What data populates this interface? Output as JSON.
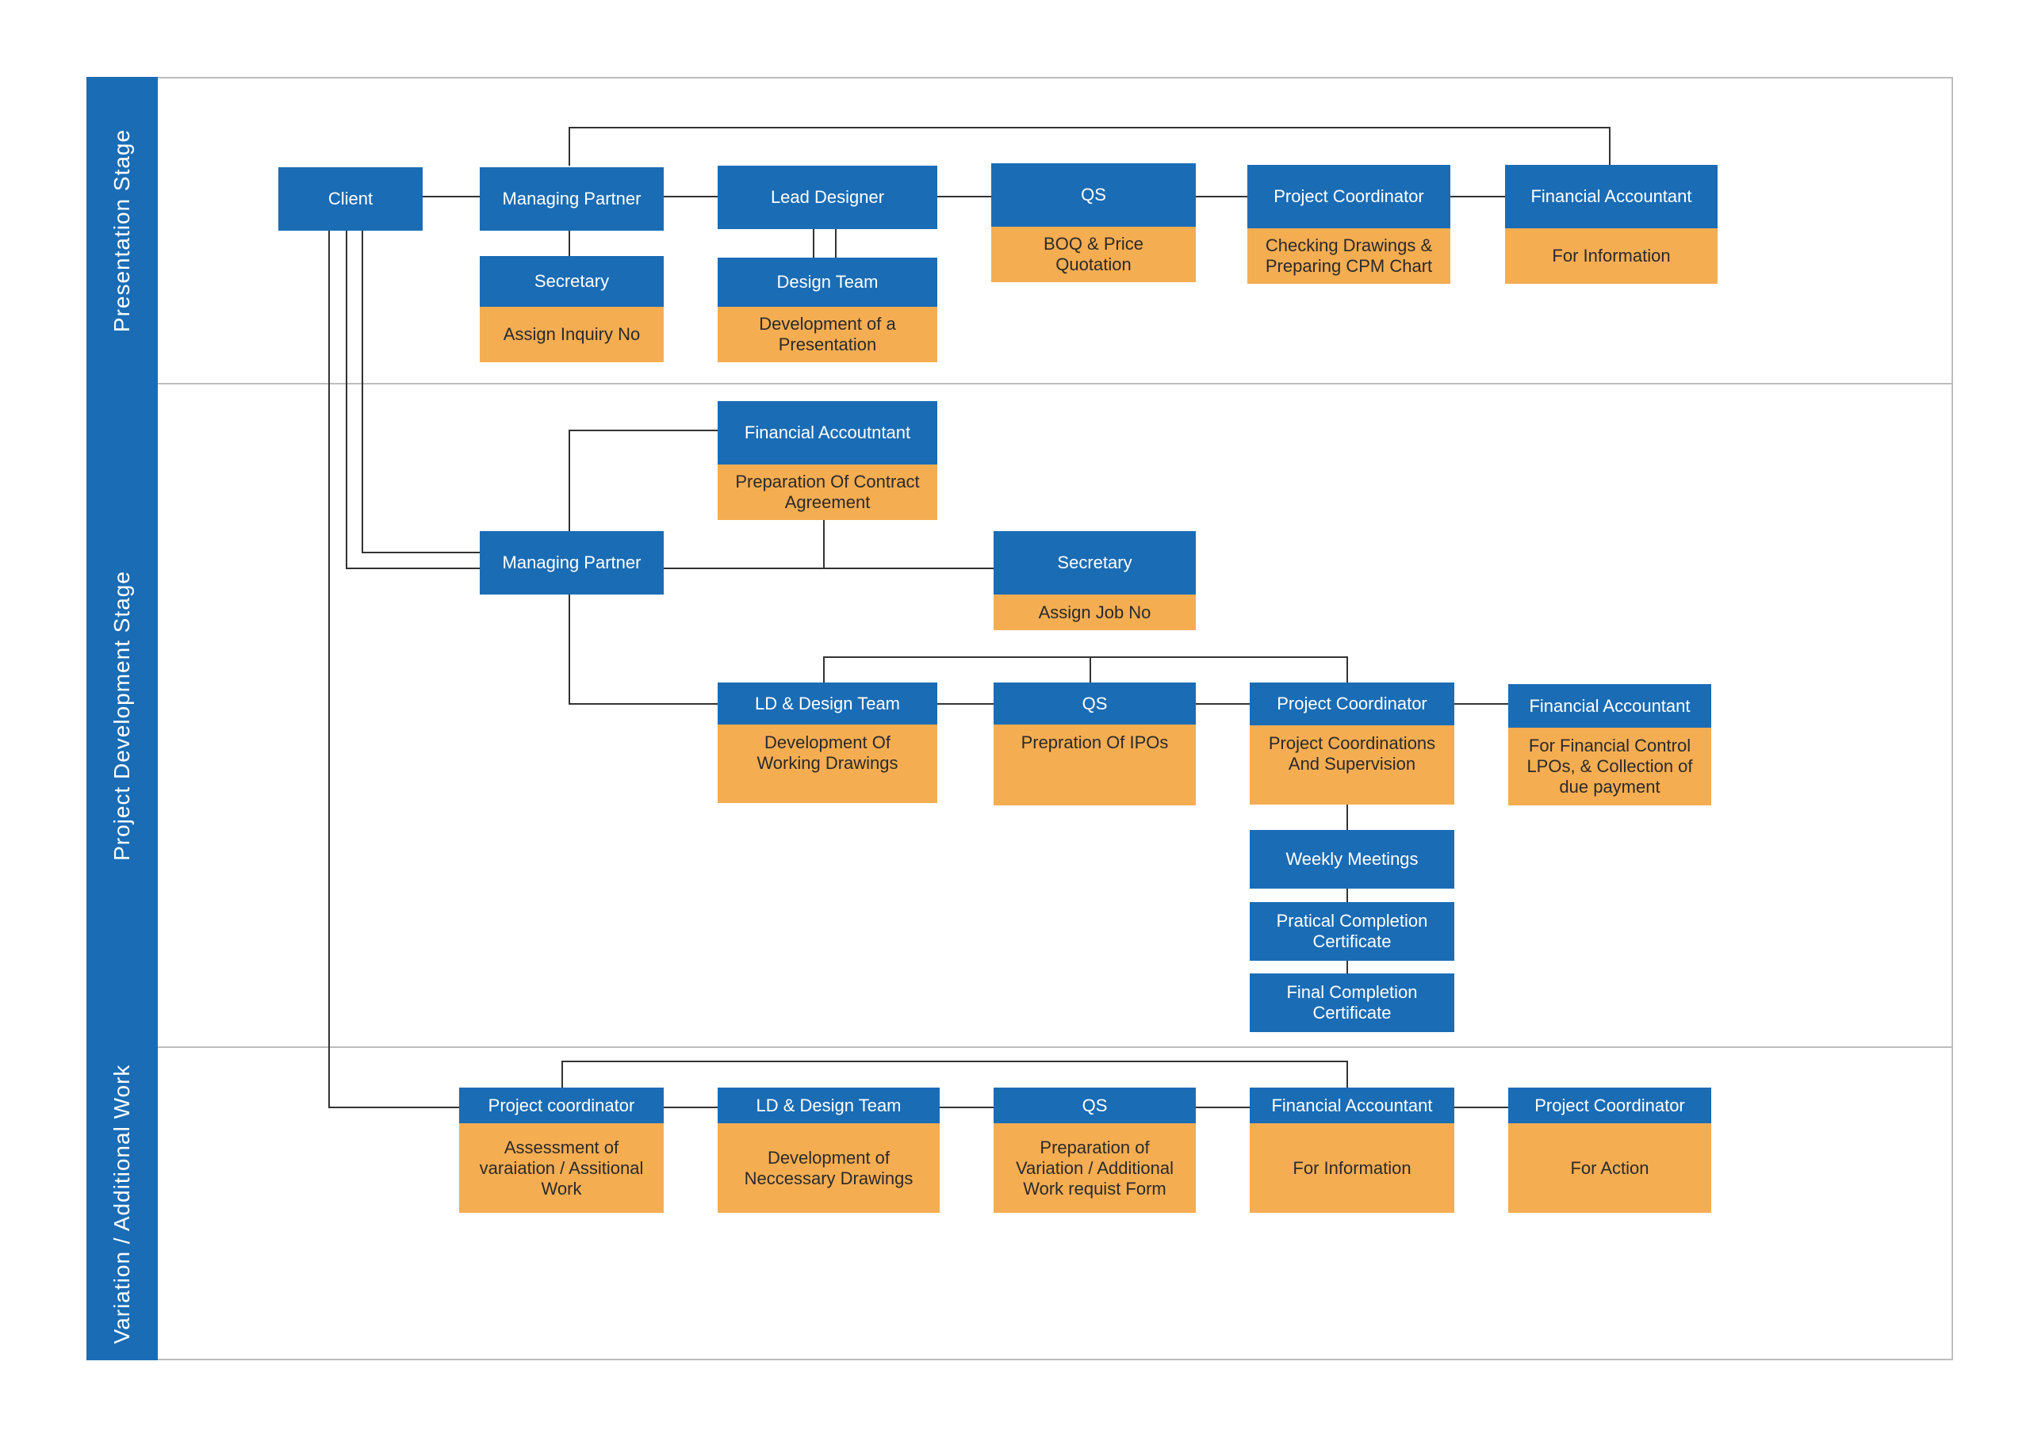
{
  "lanes": {
    "presentation": "Presentation Stage",
    "development": "Project Development Stage",
    "variation": "Variation / Additional Work"
  },
  "nodes": {
    "client": {
      "title": "Client"
    },
    "p_managing_partner": {
      "title": "Managing Partner"
    },
    "p_secretary": {
      "title": "Secretary",
      "task": "Assign Inquiry No"
    },
    "p_lead_designer": {
      "title": "Lead Designer"
    },
    "p_design_team": {
      "title": "Design Team",
      "task": "Development of a\nPresentation"
    },
    "p_qs": {
      "title": "QS",
      "task": "BOQ & Price\nQuotation"
    },
    "p_project_coordinator": {
      "title": "Project Coordinator",
      "task": "Checking Drawings &\nPreparing CPM Chart"
    },
    "p_financial_accountant": {
      "title": "Financial Accountant",
      "task": "For Information"
    },
    "d_financial_accountant": {
      "title": "Financial Accoutntant",
      "task": "Preparation Of Contract\nAgreement"
    },
    "d_managing_partner": {
      "title": "Managing Partner"
    },
    "d_secretary": {
      "title": "Secretary",
      "task": "Assign Job No"
    },
    "d_ld_design_team": {
      "title": "LD & Design Team",
      "task": "Development Of\nWorking Drawings"
    },
    "d_qs": {
      "title": "QS",
      "task": "Prepration Of IPOs"
    },
    "d_project_coordinator": {
      "title": "Project Coordinator",
      "task": "Project Coordinations\nAnd Supervision"
    },
    "d_financial_accountant_2": {
      "title": "Financial Accountant",
      "task": "For Financial Control\nLPOs, & Collection of\ndue payment"
    },
    "d_weekly_meetings": {
      "title": "Weekly Meetings"
    },
    "d_practical_completion": {
      "title": "Pratical Completion\nCertificate"
    },
    "d_final_completion": {
      "title": "Final Completion\nCertificate"
    },
    "v_project_coordinator": {
      "title": "Project coordinator",
      "task": "Assessment of\nvaraiation / Assitional\nWork"
    },
    "v_ld_design_team": {
      "title": "LD & Design Team",
      "task": "Development of\nNeccessary Drawings"
    },
    "v_qs": {
      "title": "QS",
      "task": "Preparation of\nVariation / Additional\nWork requist Form"
    },
    "v_financial_accountant": {
      "title": "Financial Accountant",
      "task": "For Information"
    },
    "v_project_coordinator_2": {
      "title": "Project Coordinator",
      "task": "For Action"
    }
  },
  "colors": {
    "role_header": "#1a6cb5",
    "task_body": "#f5ad52",
    "lane_label": "#1a6cb5",
    "connector": "#333333"
  }
}
